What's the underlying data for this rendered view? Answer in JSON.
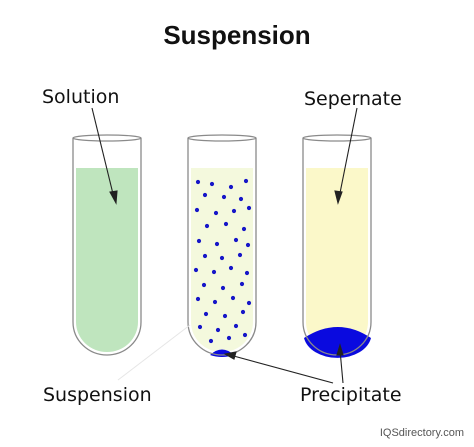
{
  "diagram": {
    "title": "Suspension",
    "labels": {
      "solution": "Solution",
      "supernatant": "Sepernate",
      "suspension": "Suspension",
      "precipitate": "Precipitate"
    },
    "watermark": "IQSdirectory.com",
    "colors": {
      "solution_fill": "#bfe5be",
      "suspension_fill": "#f4f9dd",
      "supernatant_fill": "#fbf8c9",
      "particles": "#1616c8",
      "precipitate": "#0a0adf",
      "tube_outline": "#8a8a8a",
      "text": "#111111"
    },
    "tubes": [
      {
        "name": "solution-tube",
        "contents": "solution"
      },
      {
        "name": "suspension-tube",
        "contents": "suspension"
      },
      {
        "name": "supernatant-tube",
        "contents": "supernatant-with-precipitate"
      }
    ]
  }
}
